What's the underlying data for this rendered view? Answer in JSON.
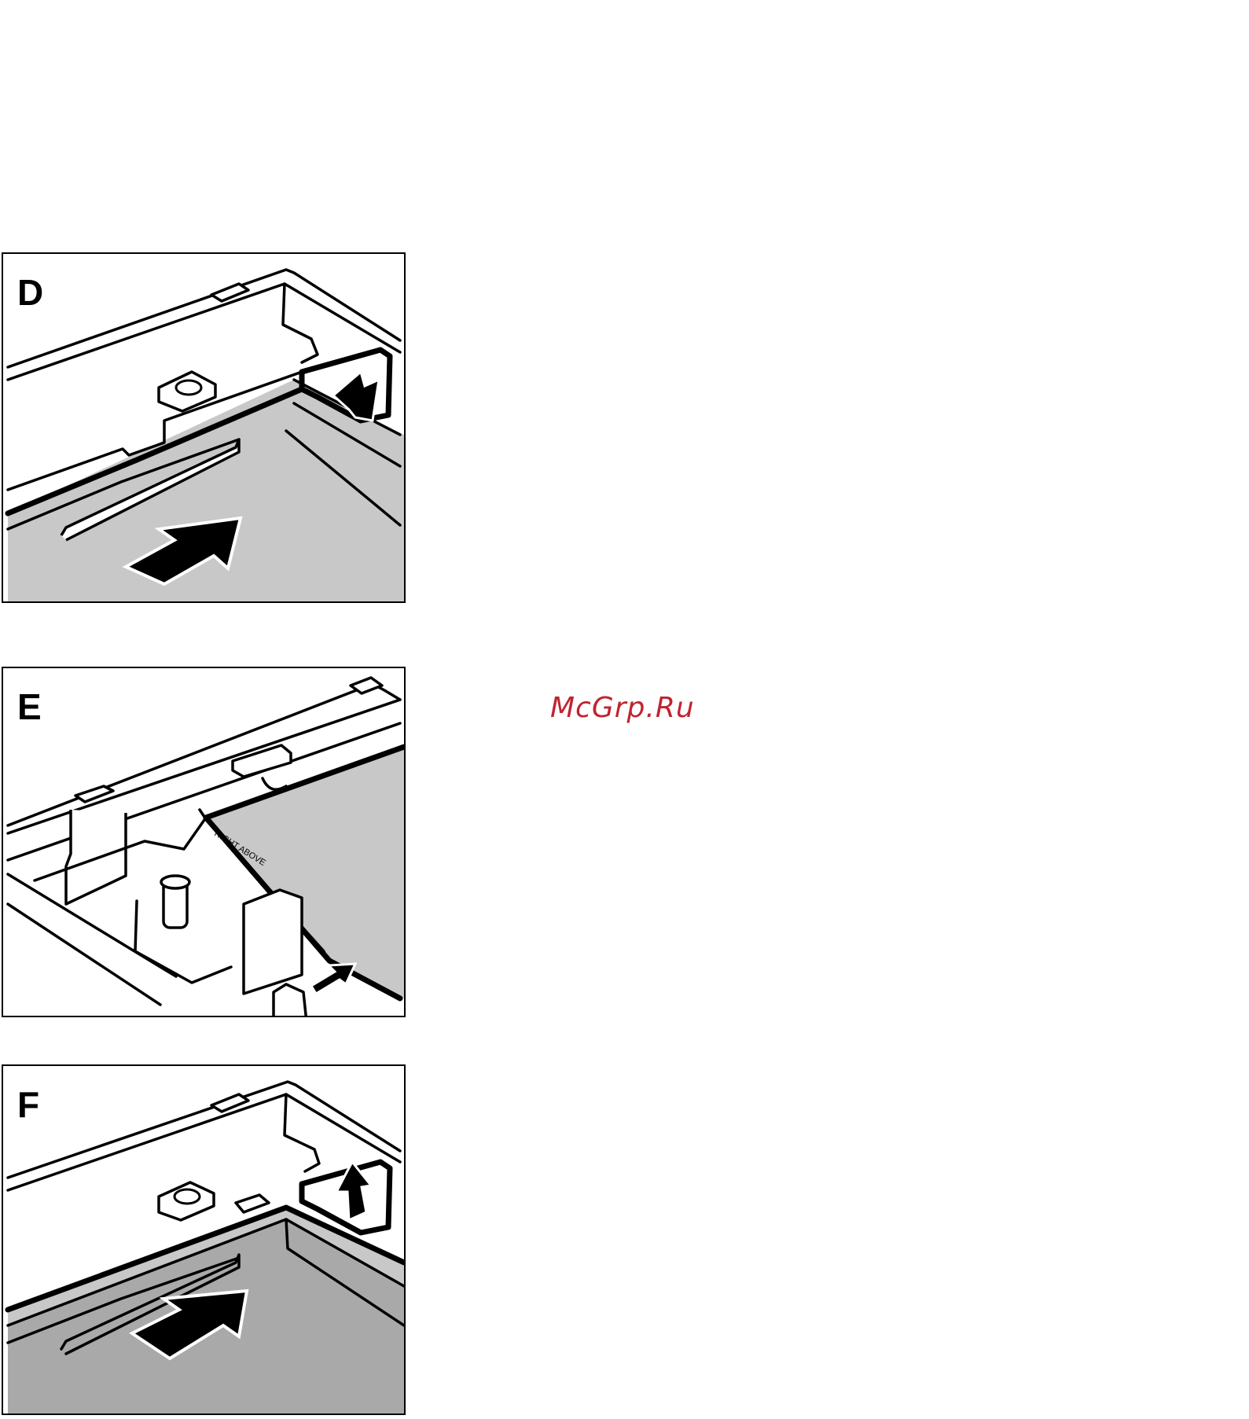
{
  "panels": [
    {
      "letter": "D",
      "illustration": "install-panel-slide-into-frame-with-clip"
    },
    {
      "letter": "E",
      "illustration": "attach-retaining-clip-near-right-above-corner",
      "label_text": "RIGHT ABOVE"
    },
    {
      "letter": "F",
      "illustration": "panel-seated-clip-locked"
    }
  ],
  "watermark": {
    "text": "McGrp.Ru",
    "color": "#c0242f"
  },
  "colors": {
    "panel_fill": "#c8c8c8",
    "panel_fill_dark": "#a9a9a9",
    "line": "#000000"
  },
  "icons": [
    "arrow-icon"
  ]
}
